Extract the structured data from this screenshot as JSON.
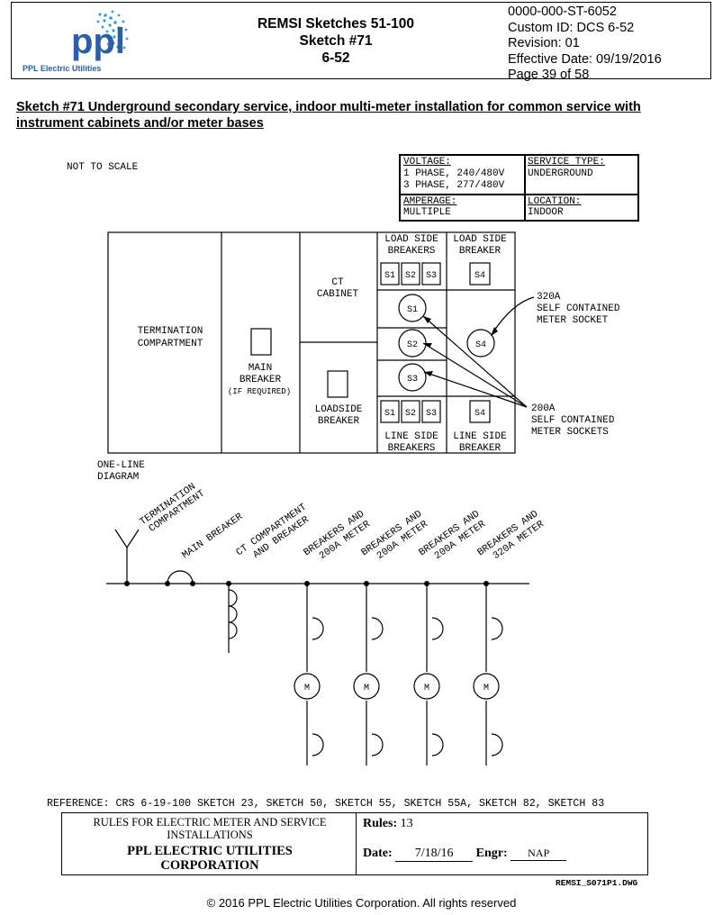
{
  "header": {
    "logo_text": "ppl",
    "logo_subtitle": "PPL Electric Utilities",
    "title_lines": [
      "REMSI Sketches 51-100",
      "Sketch #71",
      "6-52"
    ],
    "doc_number": "0000-000-ST-6052",
    "custom_id": "Custom ID:  DCS 6-52",
    "revision": "Revision: 01",
    "effective_date": "Effective Date:  09/19/2016",
    "page": "Page 39 of 58"
  },
  "sketch_title": "Sketch #71 Underground secondary service, indoor multi-meter installation for common service with instrument cabinets and/or meter bases",
  "drawing": {
    "not_to_scale": "NOT TO SCALE",
    "voltage_table": {
      "voltage_label": "VOLTAGE:",
      "voltage_line1": "1 PHASE, 240/480V",
      "voltage_line2": "3 PHASE, 277/480V",
      "service_type_label": "SERVICE TYPE:",
      "service_type_value": "UNDERGROUND",
      "amperage_label": "AMPERAGE:",
      "amperage_value": "MULTIPLE",
      "location_label": "LOCATION:",
      "location_value": "INDOOR"
    },
    "layout": {
      "termination_l1": "TERMINATION",
      "termination_l2": "COMPARTMENT",
      "main_breaker_l1": "MAIN",
      "main_breaker_l2": "BREAKER",
      "main_breaker_l3": "(IF REQUIRED)",
      "ct_l1": "CT",
      "ct_l2": "CABINET",
      "loadside_l1": "LOADSIDE",
      "loadside_l2": "BREAKER",
      "load_side_l1": "LOAD SIDE",
      "load_side_l2": "BREAKERS",
      "load_side_single_l1": "LOAD SIDE",
      "load_side_single_l2": "BREAKER",
      "line_side_l1": "LINE SIDE",
      "line_side_l2": "BREAKERS",
      "line_side_single_l1": "LINE SIDE",
      "line_side_single_l2": "BREAKER",
      "s1": "S1",
      "s2": "S2",
      "s3": "S3",
      "s4": "S4",
      "callout_320_l1": "320A",
      "callout_320_l2": "SELF CONTAINED",
      "callout_320_l3": "METER SOCKET",
      "callout_200_l1": "200A",
      "callout_200_l2": "SELF CONTAINED",
      "callout_200_l3": "METER SOCKETS"
    },
    "one_line": {
      "title_l1": "ONE-LINE",
      "title_l2": "DIAGRAM",
      "termination_l1": "TERMINATION",
      "termination_l2": "COMPARTMENT",
      "main_breaker": "MAIN BREAKER",
      "ct_l1": "CT COMPARTMENT",
      "ct_l2": "AND BREAKER",
      "b1_l1": "BREAKERS AND",
      "b1_l2": "200A METER",
      "b2_l1": "BREAKERS AND",
      "b2_l2": "200A METER",
      "b3_l1": "BREAKERS AND",
      "b3_l2": "200A METER",
      "b4_l1": "BREAKERS AND",
      "b4_l2": "320A METER",
      "meter": "M"
    }
  },
  "reference": "REFERENCE: CRS 6-19-100 SKETCH 23, SKETCH 50, SKETCH 55, SKETCH 55A, SKETCH 82, SKETCH 83",
  "rules_table": {
    "title_l1": "RULES FOR ELECTRIC METER AND SERVICE",
    "title_l2": "INSTALLATIONS",
    "org_l1": "PPL ELECTRIC UTILITIES",
    "org_l2": "CORPORATION",
    "rules_label": "Rules:",
    "rules_value": "13",
    "date_label": "Date:",
    "date_value": "7/18/16",
    "engr_label": "Engr:",
    "engr_value": "NAP"
  },
  "dwg_name": "REMSI_S071P1.DWG",
  "copyright": "© 2016 PPL Electric Utilities Corporation. All rights reserved",
  "colors": {
    "logo_blue": "#2a5fa8",
    "logo_accent": "#2f9fd8"
  }
}
